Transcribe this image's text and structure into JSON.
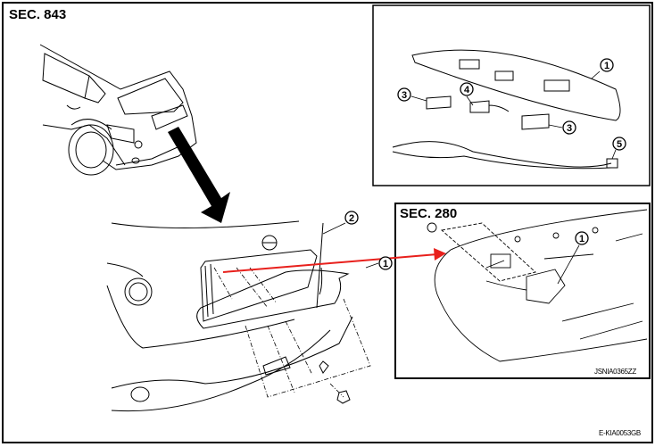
{
  "sections": {
    "main": "SEC. 843",
    "camera": "SEC. 280"
  },
  "codes": {
    "figure": "E-KIA0053GB",
    "camera_inset": "JSNIA0365ZZ"
  },
  "callouts": {
    "finisher": "1",
    "back_door": "2",
    "license_lamp": "3",
    "handle_switch": "4",
    "harness": "5"
  },
  "colors": {
    "arrow": "#e8201c",
    "line": "#000000"
  }
}
